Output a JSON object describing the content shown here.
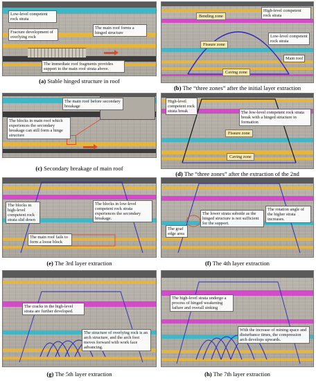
{
  "panels": {
    "a": {
      "label": "(a)",
      "caption": "Stable hinged structure in roof",
      "notes": {
        "n1": "Low-level competent rock strata",
        "n2": "Fracture development of overlying rock",
        "n3": "The main roof forms a hinged structure",
        "n4": "The immediate roof fragments provides support to the main roof strata above."
      }
    },
    "b": {
      "label": "(b)",
      "caption": "The “three zones” after the initial layer extraction",
      "notes": {
        "n1": "Bending zone",
        "n2": "High-level competent rock strata",
        "n3": "Fissure zone",
        "n4": "Low-level competent rock strata",
        "n5": "Main roof",
        "n6": "Caving zone"
      }
    },
    "c": {
      "label": "(c)",
      "caption": "Secondary breakage of main roof",
      "notes": {
        "n1": "The main roof before secondary breakage",
        "n2": "The blocks in main roof which experiences the secondary breakage can still form a hinge structure"
      }
    },
    "d": {
      "label": "(d)",
      "caption_line1": "The “three zones” after the extraction of the 2nd",
      "caption_line2": "layer",
      "notes": {
        "n1": "High-level competent rock strata break",
        "n2": "The low-level competent rock strata break with a hinged structure in formation",
        "n3": "Fissure zone",
        "n4": "Caving zone"
      }
    },
    "e": {
      "label": "(e)",
      "caption": "The 3rd layer extraction",
      "notes": {
        "n1": "The blocks in high-level competent rock strata slid down",
        "n2": "The blocks in low-level competent rock strata experiences the secondary breakage.",
        "n3": "The main roof fails to form a loose block"
      }
    },
    "f": {
      "label": "(f)",
      "caption": "The 4th layer extraction",
      "notes": {
        "n1": "The goaf edge area",
        "n2": "The lower strata subside as the hinged structure is not sufficient for the support.",
        "n3": "The rotation angle of the higher strata increases."
      }
    },
    "g": {
      "label": "(g)",
      "caption": "The 5th layer extraction",
      "notes": {
        "n1": "The cracks in the high-level strata are further developed.",
        "n2": "The structure of overlying rock is an arch structure, and the arch foot moves forward with work face advancing."
      }
    },
    "h": {
      "label": "(h)",
      "caption": "The 7th layer extraction",
      "notes": {
        "n1": "The high-level strata undergo a process of hinged weakening failure and overall sinking",
        "n2": "With the increase of mining space and disturbance times, the compression arch develops upwards."
      }
    }
  },
  "colors": {
    "competent_high": "#d24bc8",
    "competent_low": "#3fb7c6",
    "coal_seam": "#e6b53c",
    "outline": "#2a2ab8",
    "arrow": "#e24a2a"
  }
}
